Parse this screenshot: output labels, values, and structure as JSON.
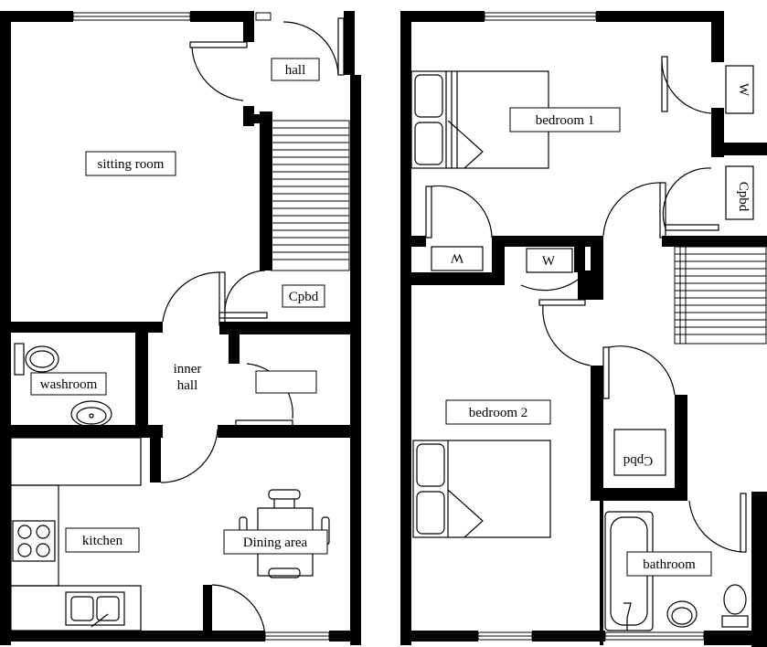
{
  "floor_plan": {
    "ground_floor": {
      "rooms": {
        "sitting_room": "sitting room",
        "hall": "hall",
        "cupboard": "Cpbd",
        "inner_hall": "inner hall",
        "washroom": "washroom",
        "kitchen": "kitchen",
        "dining_area": "Dining area"
      }
    },
    "first_floor": {
      "rooms": {
        "bedroom_1": "bedroom 1",
        "bedroom_2": "bedroom 2",
        "bathroom": "bathroom",
        "wardrobe_1": "W",
        "wardrobe_2": "W",
        "wardrobe_3": "W",
        "cupboard_landing": "Cpbd",
        "cupboard_bedroom2": "Cpbd"
      }
    }
  }
}
